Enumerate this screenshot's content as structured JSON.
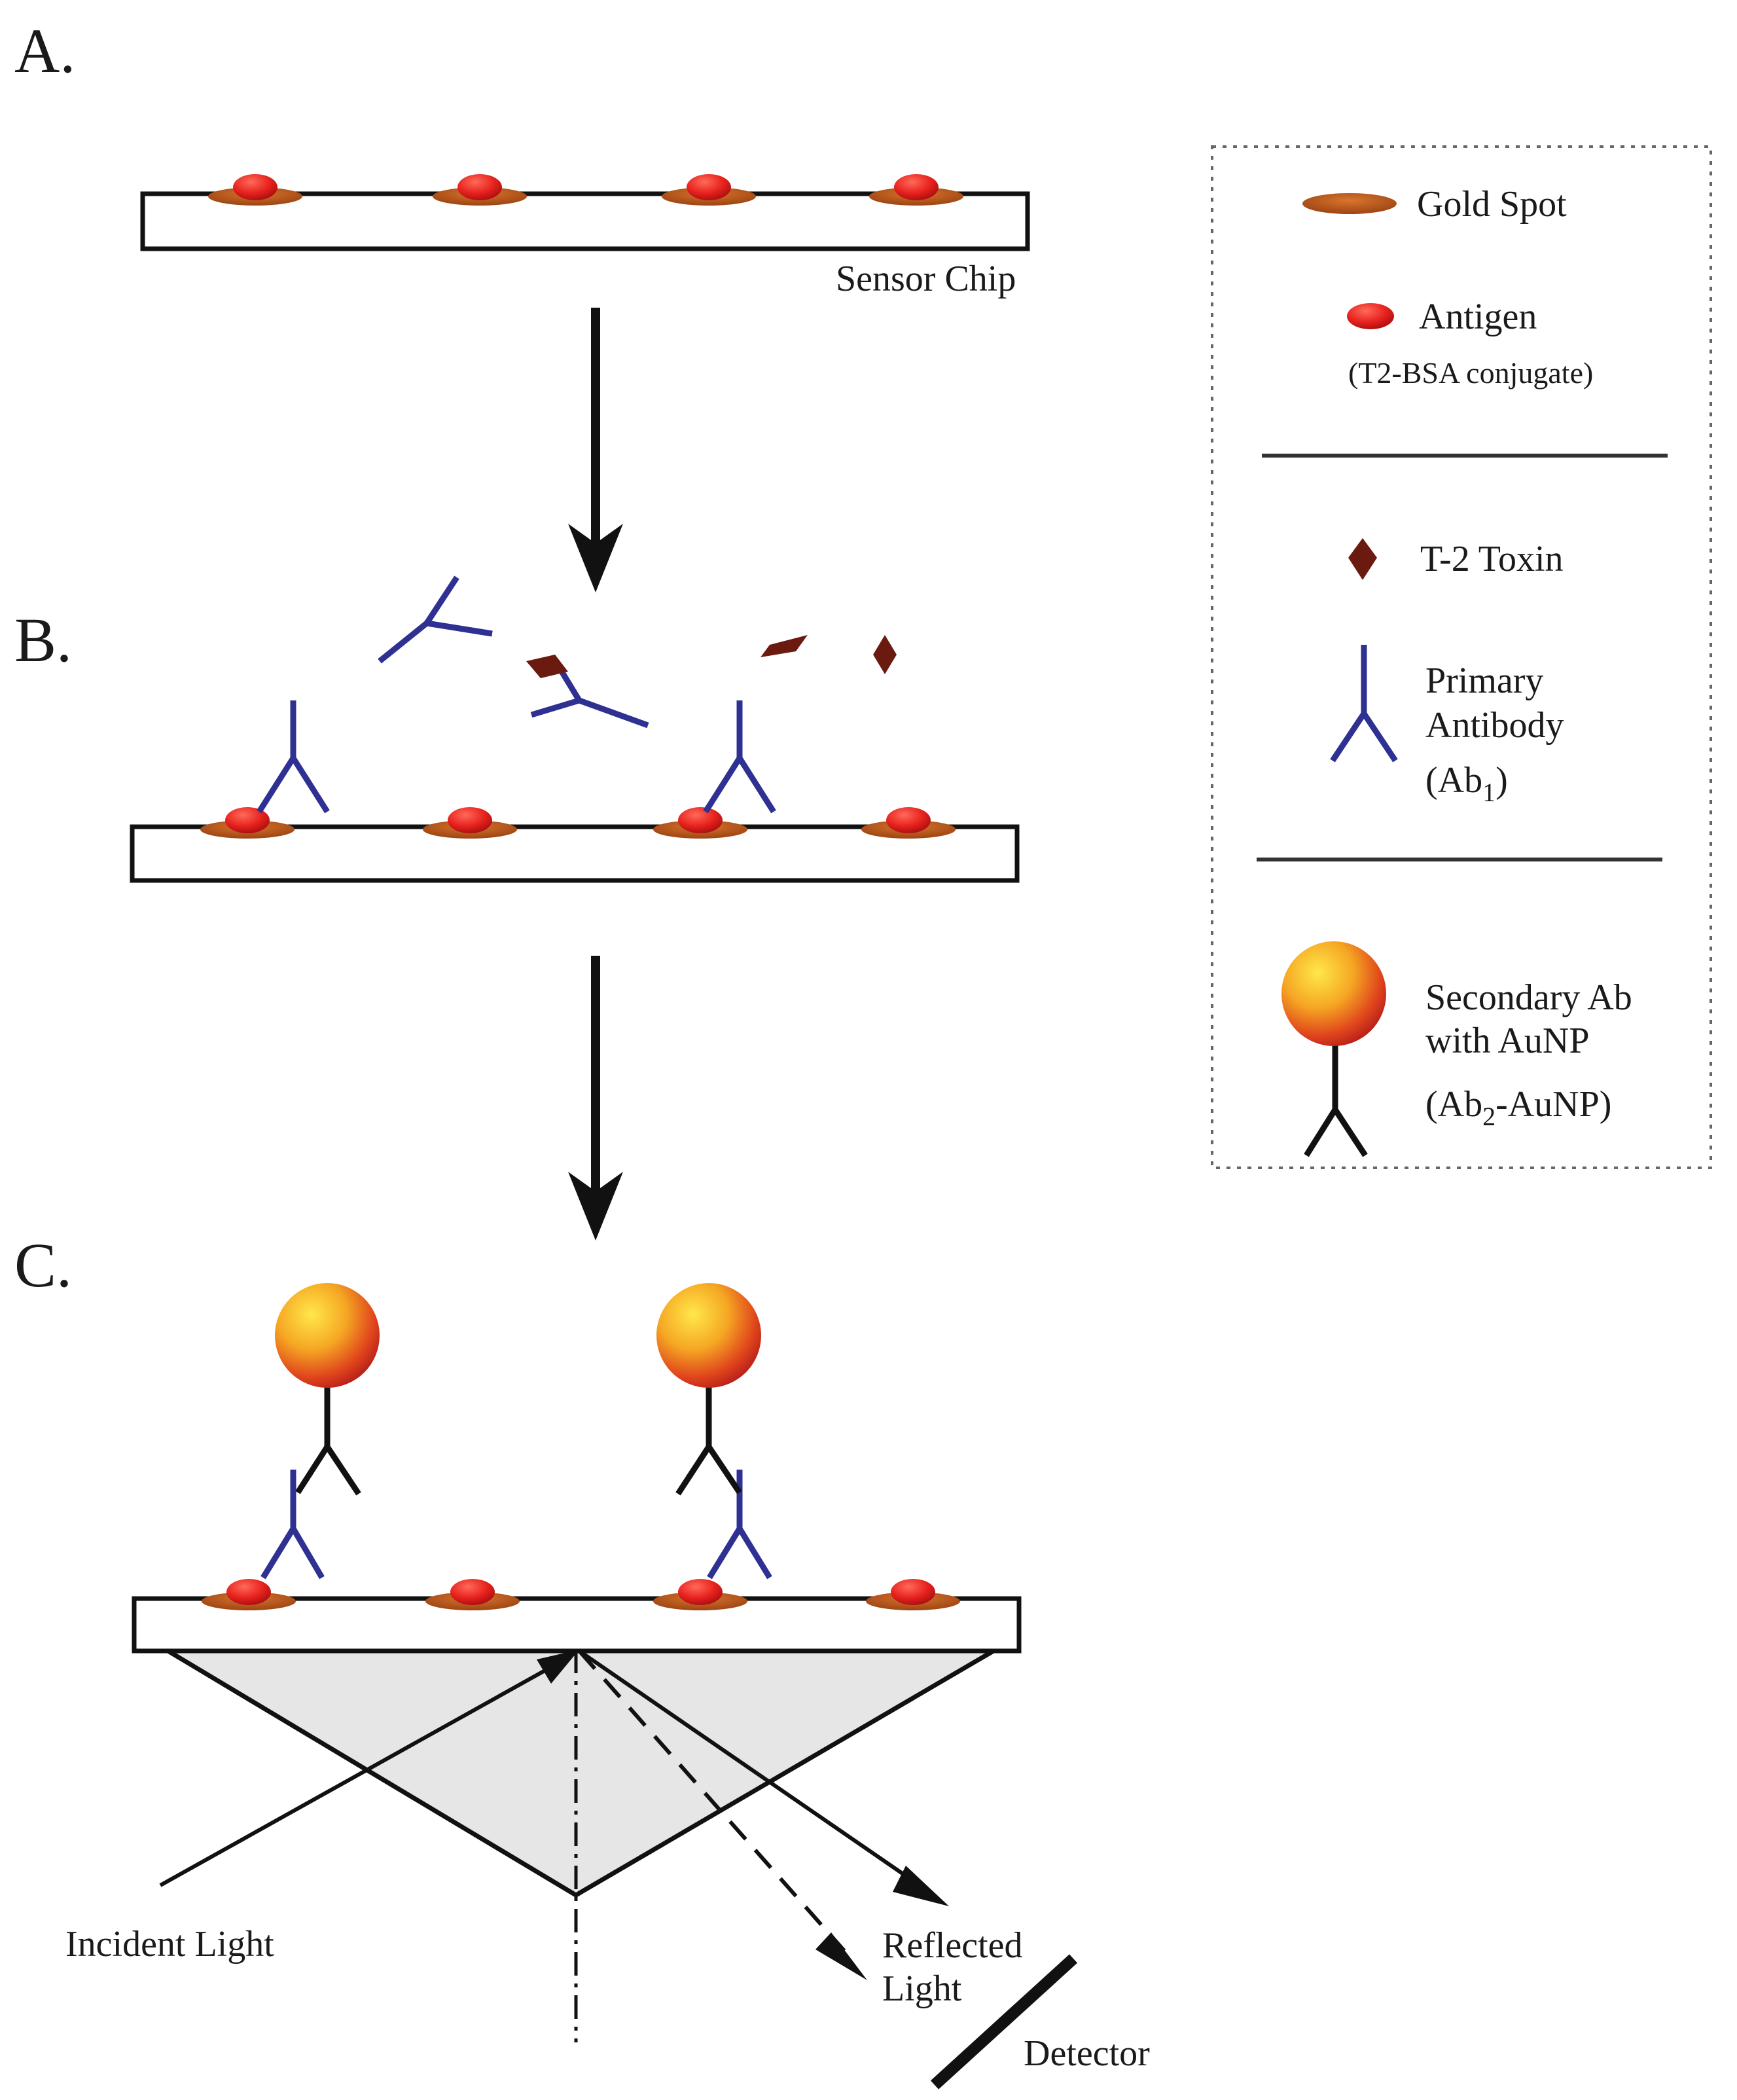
{
  "panels": {
    "a": "A.",
    "b": "B.",
    "c": "C."
  },
  "labels": {
    "sensor_chip": "Sensor Chip",
    "incident_light": "Incident Light",
    "reflected_light_1": "Reflected",
    "reflected_light_2": "Light",
    "detector": "Detector"
  },
  "legend": {
    "gold_spot": "Gold Spot",
    "antigen": "Antigen",
    "antigen_sub": "(T2-BSA conjugate)",
    "toxin": "T-2 Toxin",
    "primary_1": "Primary",
    "primary_2": "Antibody",
    "primary_3_pre": "(Ab",
    "primary_3_sub": "1",
    "primary_3_post": ")",
    "secondary_1": "Secondary Ab",
    "secondary_2": "with AuNP",
    "secondary_3_pre": "(Ab",
    "secondary_3_sub": "2",
    "secondary_3_post": "-AuNP)"
  },
  "colors": {
    "gold_spot": "#b5551a",
    "antigen": "#e8231f",
    "antibody_primary": "#2e3192",
    "antibody_secondary": "#111111",
    "toxin": "#6b1a10",
    "prism": "#e6e6e6"
  }
}
